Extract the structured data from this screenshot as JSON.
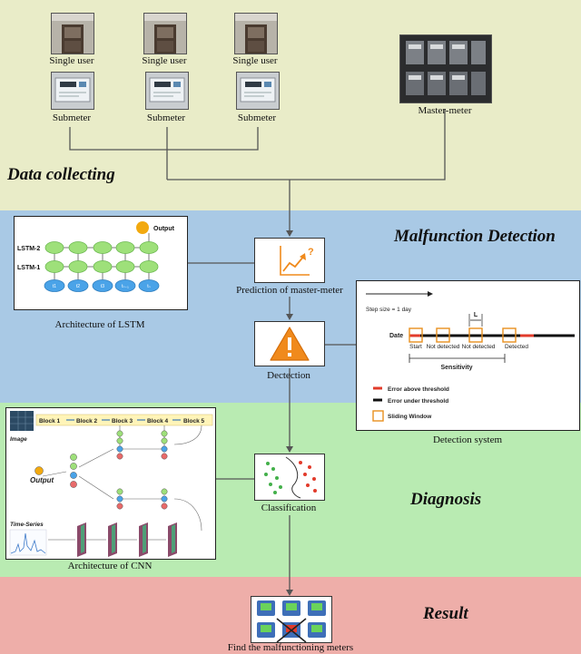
{
  "stages": {
    "data_collecting": "Data collecting",
    "malfunction_detection": "Malfunction Detection",
    "diagnosis": "Diagnosis",
    "result": "Result"
  },
  "users": [
    "Single user",
    "Single user",
    "Single user"
  ],
  "submeters": [
    "Submeter",
    "Submeter",
    "Submeter"
  ],
  "master_meter": "Master-meter",
  "lstm": {
    "caption": "Architecture of LSTM",
    "output": "Output",
    "layer2": "LSTM-2",
    "layer1": "LSTM-1",
    "inputs": [
      "t1",
      "t2",
      "t3",
      "tₙ₋₁",
      "tₙ"
    ]
  },
  "prediction_label": "Prediction of master-meter",
  "detection_label": "Dectection",
  "detection_system": {
    "caption": "Detection system",
    "step_size": "Step size = 1 day",
    "date": "Date",
    "window_length": "L",
    "markers": [
      "Start",
      "Not detected",
      "Not detected",
      "Detected"
    ],
    "sensitivity": "Sensitivity",
    "legend": [
      "Error above threshold",
      "Error under threshold",
      "Sliding Window"
    ]
  },
  "cnn": {
    "caption": "Architecture of CNN",
    "blocks": [
      "Block 1",
      "Block 2",
      "Block 3",
      "Block 4",
      "Block 5"
    ],
    "image_label": "Image",
    "timeseries_label": "Time-Series",
    "output": "Output"
  },
  "classification_label": "Classification",
  "result_label": "Find the malfunctioning meters",
  "colors": {
    "data_band": "#e9ecc8",
    "detection_band": "#a9c9e5",
    "diagnosis_band": "#b9ebb2",
    "result_band": "#eeaea9",
    "warning": "#f08a1c",
    "window": "#e8901e",
    "error_above": "#e23b2b",
    "lstm_cell": "#9ee07a",
    "lstm_input": "#4aa3e8"
  }
}
